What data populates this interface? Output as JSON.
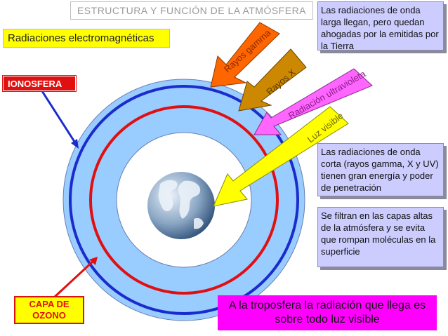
{
  "header": {
    "title": "ESTRUCTURA Y FUNCIÓN DE LA ATMÓSFERA"
  },
  "subtitle": "Radiaciones electromagnéticas",
  "labels": {
    "ionosfera": "IONOSFERA",
    "ozono_line1": "CAPA DE",
    "ozono_line2": "OZONO"
  },
  "arrows": {
    "gamma": "Rayos gamma",
    "x": "Rayos X",
    "uv": "Radiación ultravioleta",
    "visible": "Luz visible"
  },
  "notes": {
    "long_wave": "Las radiaciones de onda larga llegan, pero quedan ahogadas por la emitidas por la Tierra",
    "short_wave": "Las radiaciones de onda corta (rayos gamma, X y UV) tienen gran energía y poder de penetración",
    "filtered": "Se filtran en las capas altas de la atmósfera y se evita que rompan moléculas en la superficie"
  },
  "bottom_note": "A la troposfera la radiación que llega es sobre todo luz visible",
  "colors": {
    "outer_ring": "#99ccff",
    "ionosphere_line": "#1a2ccc",
    "ozone_line": "#e01010",
    "gamma_arrow": "#ff6600",
    "x_arrow": "#cc8800",
    "uv_arrow": "#ff66ff",
    "visible_arrow": "#ffff00",
    "note_fill": "#ccccff"
  }
}
